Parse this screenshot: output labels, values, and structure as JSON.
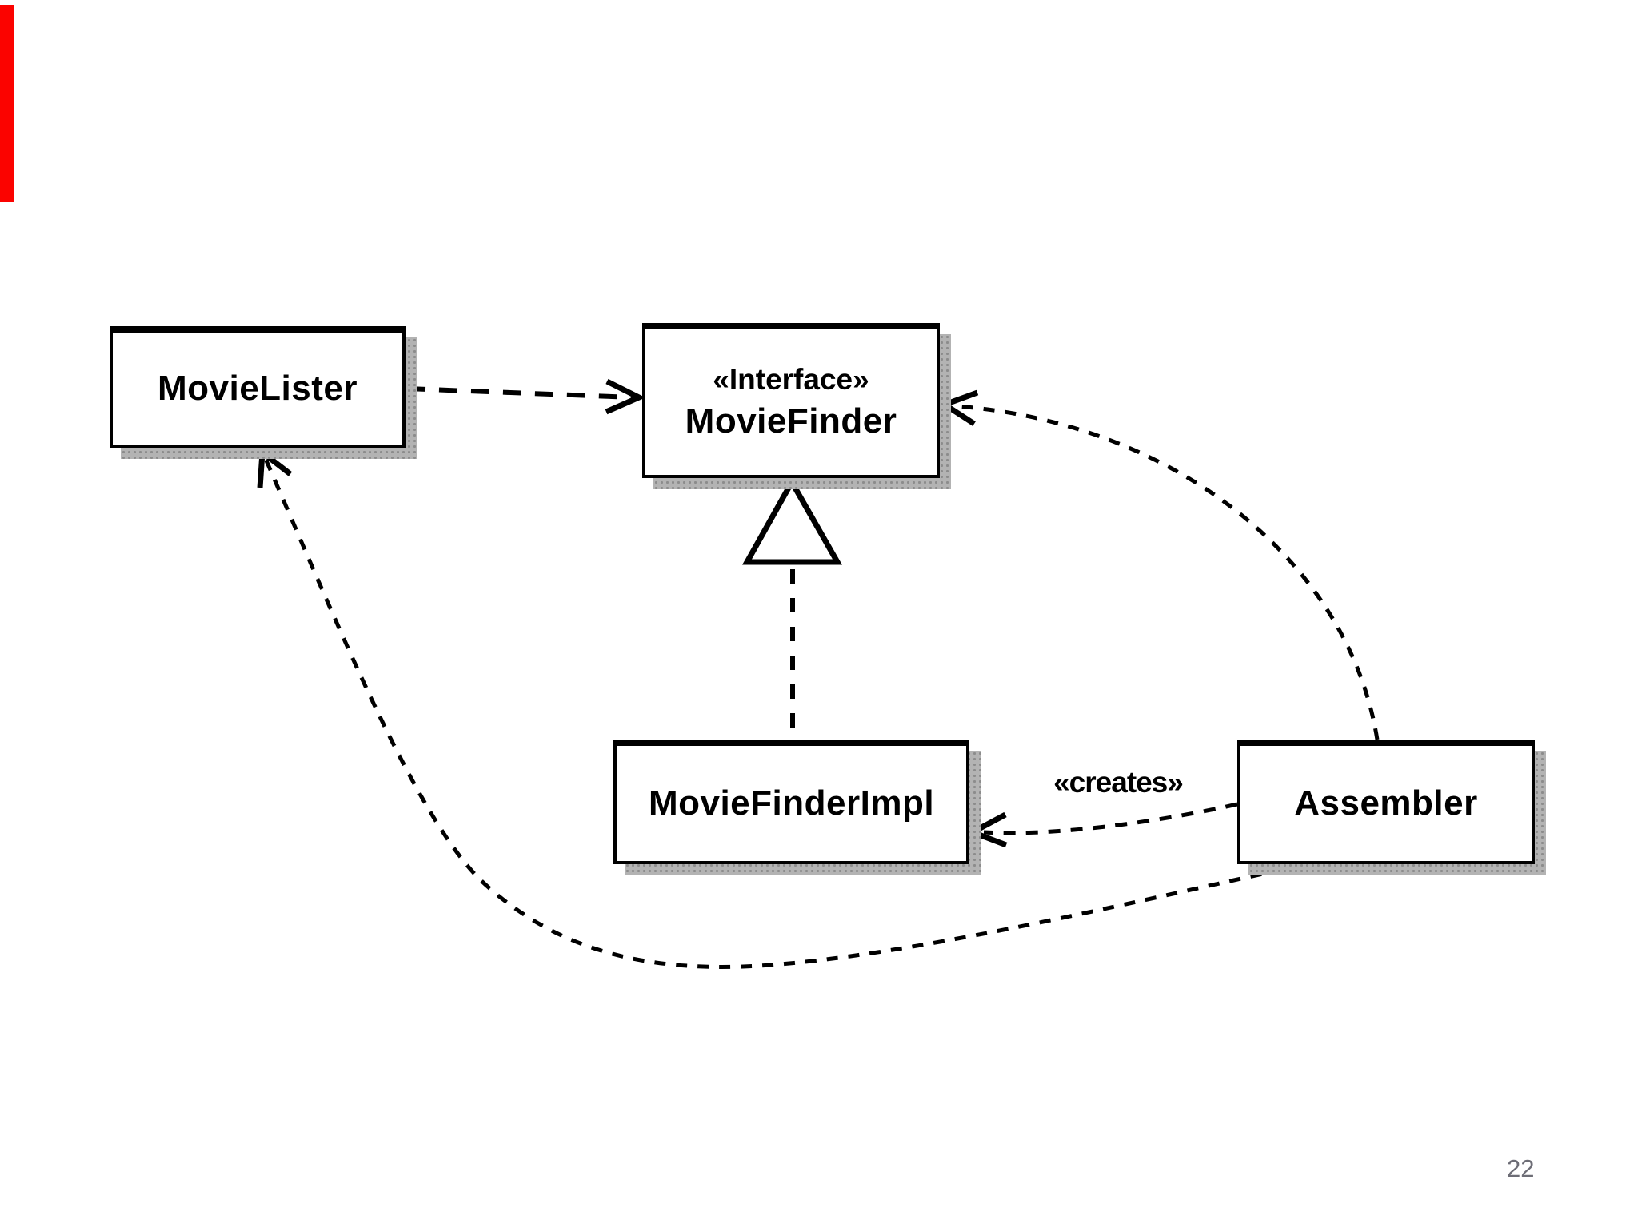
{
  "page": {
    "number": "22"
  },
  "accent": {
    "bar_color": "#fb0300"
  },
  "diagram": {
    "type": "uml-class-diagram",
    "nodes": [
      {
        "id": "movie-lister",
        "label": "MovieLister"
      },
      {
        "id": "movie-finder",
        "stereotype": "«Interface»",
        "label": "MovieFinder"
      },
      {
        "id": "movie-finder-impl",
        "label": "MovieFinderImpl"
      },
      {
        "id": "assembler",
        "label": "Assembler"
      }
    ],
    "edges": [
      {
        "from": "movie-lister",
        "to": "movie-finder",
        "type": "dependency",
        "label": ""
      },
      {
        "from": "movie-finder-impl",
        "to": "movie-finder",
        "type": "realization",
        "label": ""
      },
      {
        "from": "assembler",
        "to": "movie-finder",
        "type": "dependency",
        "label": ""
      },
      {
        "from": "assembler",
        "to": "movie-finder-impl",
        "type": "dependency",
        "label": "«creates»"
      },
      {
        "from": "assembler",
        "to": "movie-lister",
        "type": "dependency",
        "label": ""
      }
    ],
    "line_color": "#000000",
    "box_fill": "#ffffff",
    "shadow_color": "#b3b3b3"
  }
}
